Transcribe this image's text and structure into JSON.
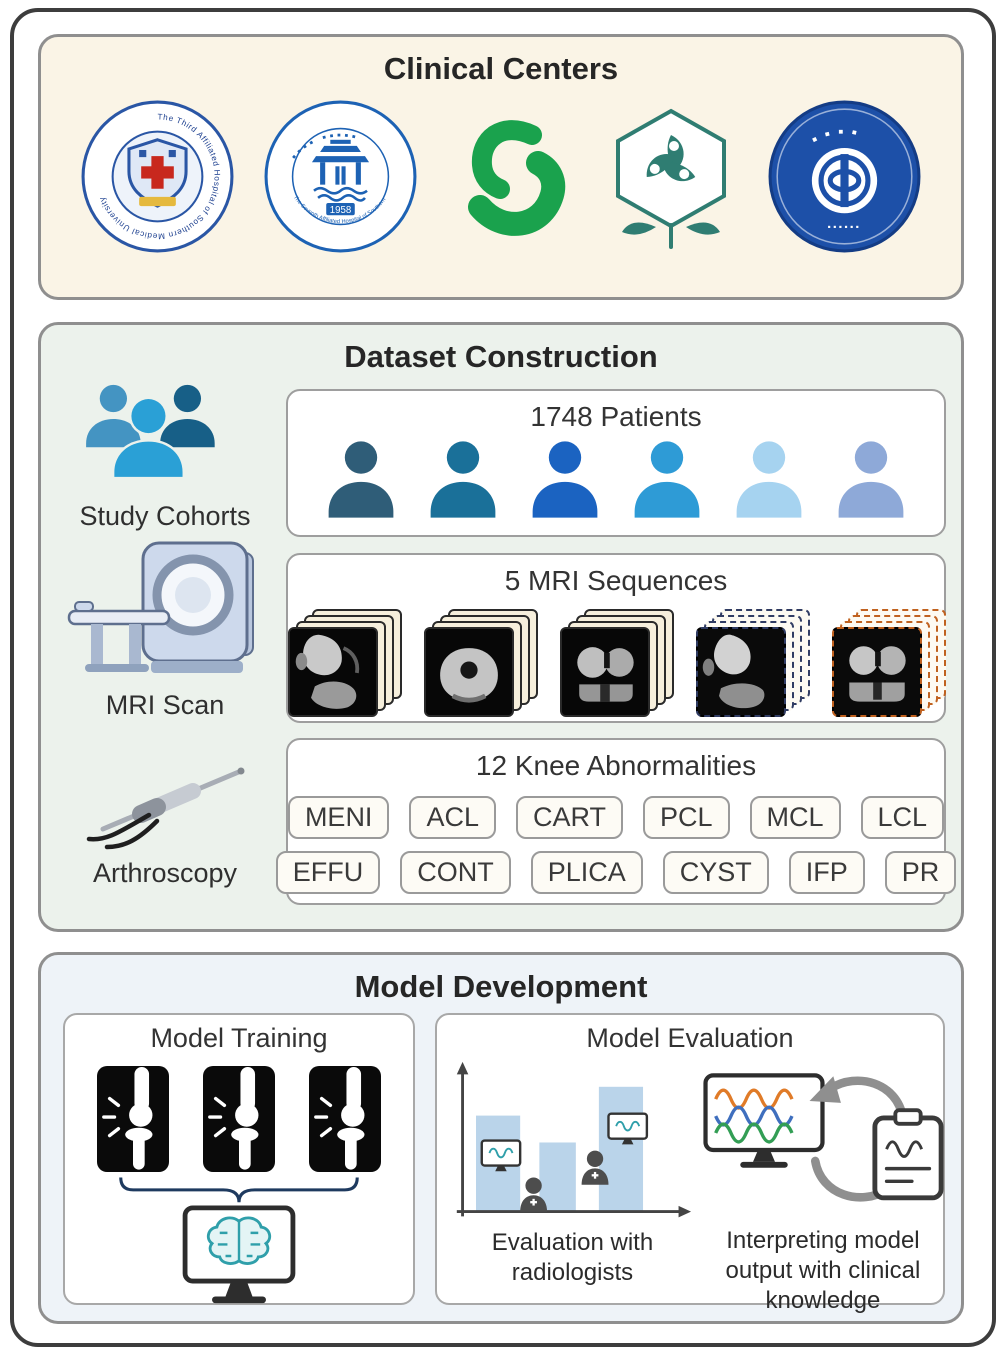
{
  "clinical": {
    "title": "Clinical Centers",
    "logo1_ring": "The Third Affiliated Hospital of Southern Medical University",
    "logo2_ring": "The Seventh Affiliated Hospital of Southern Medical University",
    "logo2_year": "1958",
    "logo5_top": "中山大学",
    "logo5_bottom": "附属第五医院"
  },
  "dataset": {
    "title": "Dataset Construction",
    "cohorts_label": "Study Cohorts",
    "mri_label": "MRI Scan",
    "arthroscopy_label": "Arthroscopy",
    "patients_title": "1748 Patients",
    "patient_colors": [
      "#2f5d78",
      "#1a7099",
      "#1b63c1",
      "#2e9bd6",
      "#a6d3f0",
      "#8ea9d8"
    ],
    "sequences_title": "5 MRI Sequences",
    "abnormalities_title": "12 Knee Abnormalities",
    "abnormalities": [
      "MENI",
      "ACL",
      "CART",
      "PCL",
      "MCL",
      "LCL",
      "EFFU",
      "CONT",
      "PLICA",
      "CYST",
      "IFP",
      "PR"
    ]
  },
  "model": {
    "title": "Model Development",
    "training_title": "Model Training",
    "evaluation_title": "Model Evaluation",
    "evaluation_caption": "Evaluation with radiologists",
    "interpretation_caption": "Interpreting model output with clinical knowledge"
  },
  "colors": {
    "panel1_bg": "#faf4e6",
    "panel2_bg": "#ecf2ec",
    "panel3_bg": "#eef3f8",
    "bar_fill": "#bad4ea",
    "brain_teal": "#2f9faa",
    "wave_orange": "#e07b28",
    "wave_blue": "#3f6fbe",
    "wave_green": "#339e55"
  }
}
